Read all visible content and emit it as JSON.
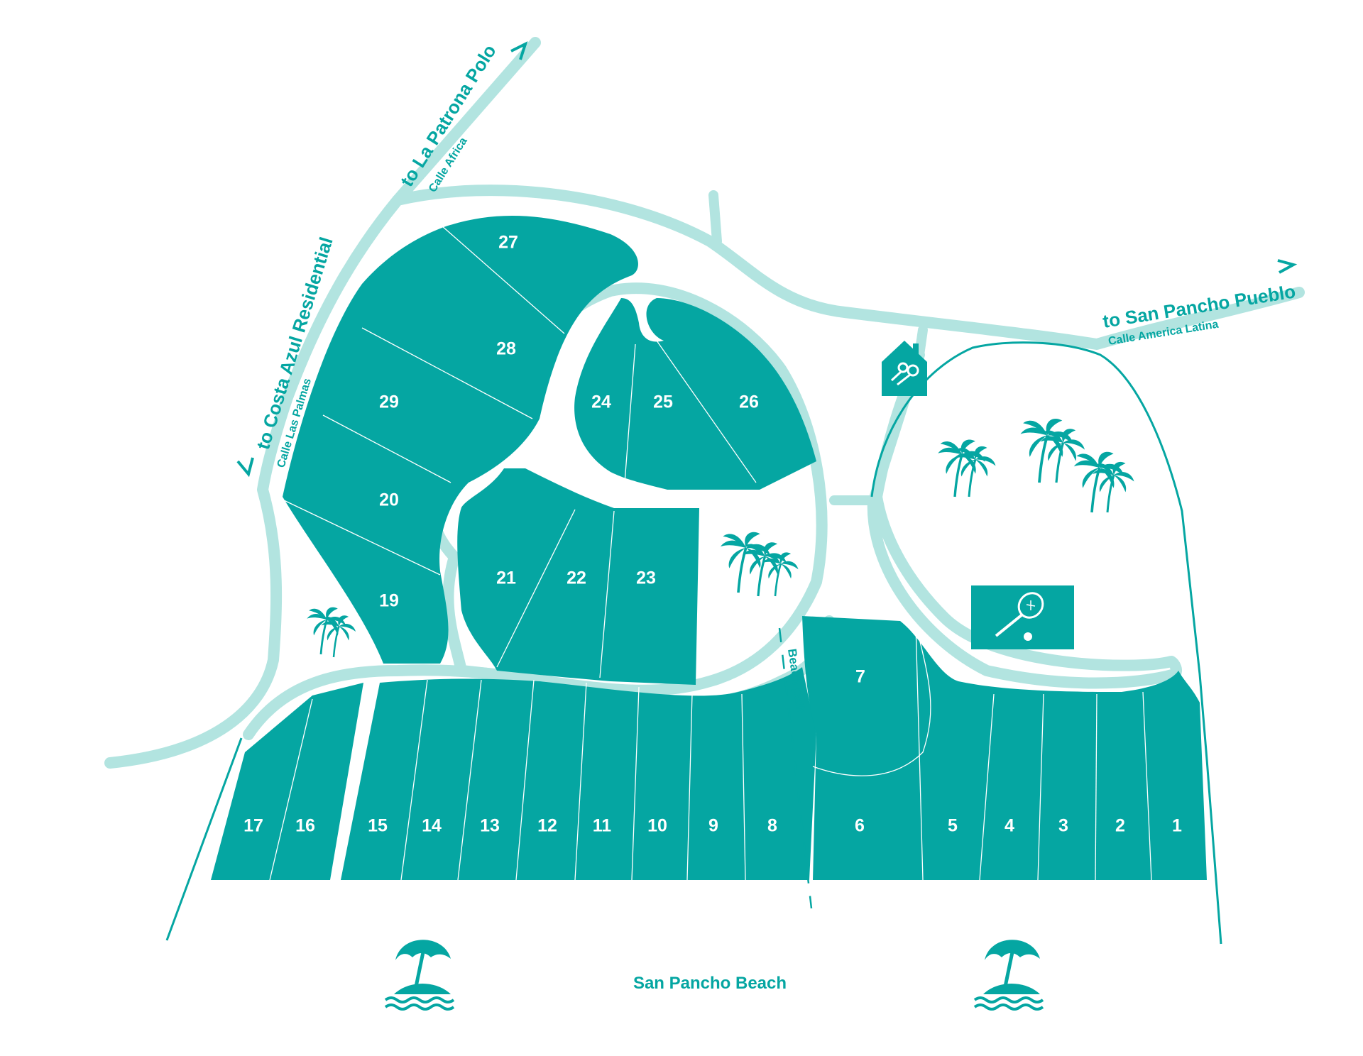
{
  "colors": {
    "lot": "#05a6a2",
    "road": "#b2e4e0",
    "label": "#05a6a2",
    "background": "#ffffff"
  },
  "destinations": {
    "la_patrona": "to La Patrona Polo",
    "costa_azul": "to Costa Azul Residential",
    "san_pancho_pueblo": "to San Pancho Pueblo"
  },
  "streets": {
    "calle_africa": "Calle Africa",
    "calle_las_palmas": "Calle Las Palmas",
    "calle_america_latina": "Calle America Latina"
  },
  "beach_path": "Beach path",
  "beach": "San Pancho Beach",
  "lots": [
    "1",
    "2",
    "3",
    "4",
    "5",
    "6",
    "7",
    "8",
    "9",
    "10",
    "11",
    "12",
    "13",
    "14",
    "15",
    "16",
    "17",
    "19",
    "20",
    "21",
    "22",
    "23",
    "24",
    "25",
    "26",
    "27",
    "28",
    "29"
  ],
  "icons": [
    "palm-trees-icon",
    "house-keys-icon",
    "tennis-court-icon",
    "beach-umbrella-icon"
  ]
}
